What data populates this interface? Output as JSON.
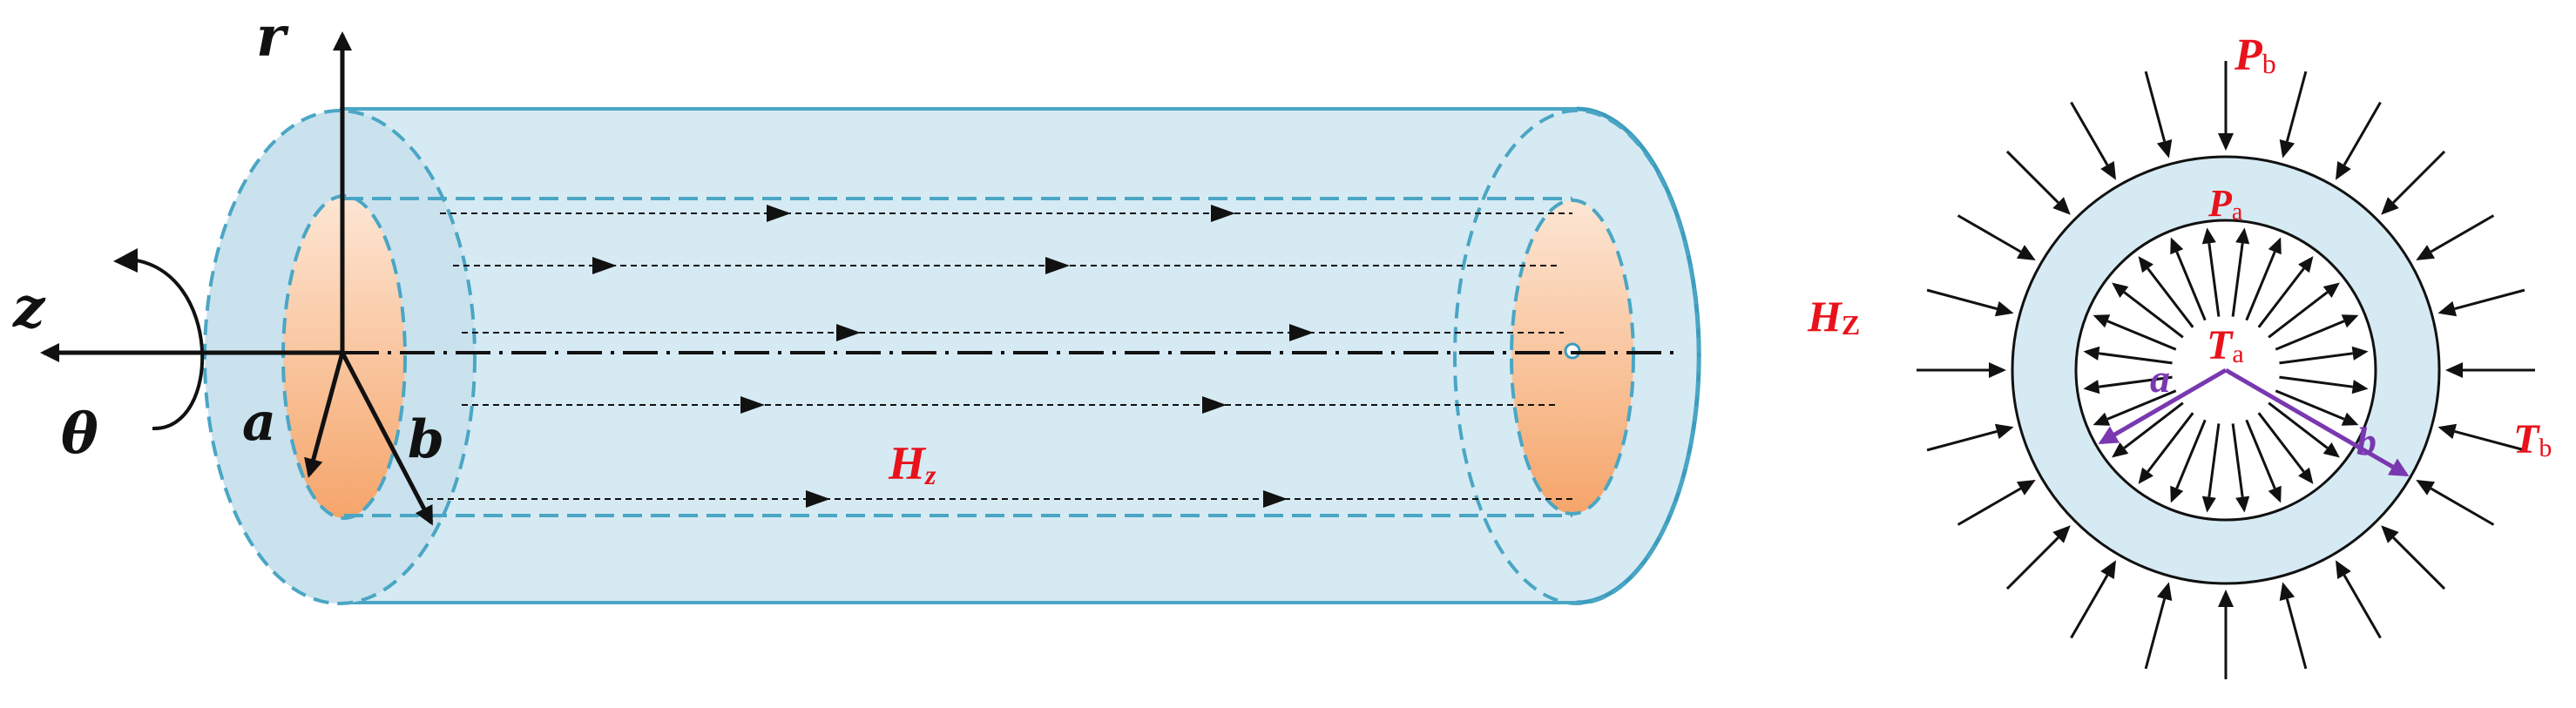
{
  "cylinder": {
    "axis_r": "r",
    "axis_z": "z",
    "angle_theta": "θ",
    "radius_a": "a",
    "radius_b": "b",
    "field_label": "H",
    "field_sub": "z"
  },
  "cross_section": {
    "outer_pressure": "P",
    "outer_pressure_sub": "b",
    "inner_pressure": "P",
    "inner_pressure_sub": "a",
    "inner_temp": "T",
    "inner_temp_sub": "a",
    "outer_temp": "T",
    "outer_temp_sub": "b",
    "radius_a": "a",
    "radius_b": "b",
    "field_label": "H",
    "field_sub": "Z",
    "outer_arrow_count": 24,
    "inner_arrow_count": 24
  },
  "colors": {
    "shell_fill": "#d4e9f2",
    "shell_edge": "#3c9cbd",
    "core_fill_light": "#fde2cc",
    "core_fill_dark": "#f5ad78",
    "label_red": "#e8121b",
    "radius_purple": "#7a38b0",
    "arrow_black": "#111111"
  }
}
